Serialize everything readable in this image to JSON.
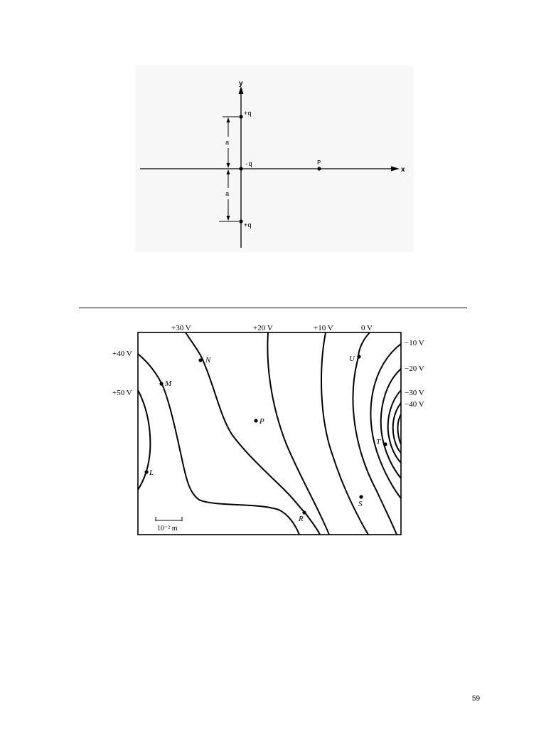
{
  "charge_figure": {
    "axis_y_label": "y",
    "axis_x_label": "x",
    "charge_top_label": "+q",
    "charge_center_label": "-q",
    "charge_bottom_label": "+q",
    "point_label": "P",
    "spacing_upper_label": "a",
    "spacing_lower_label": "a"
  },
  "equipotential_figure": {
    "top_labels": [
      "+30 V",
      "+20 V",
      "+10 V",
      "0 V"
    ],
    "left_labels": [
      "+40 V",
      "+50 V"
    ],
    "right_labels": [
      "−10 V",
      "−20 V",
      "−30 V",
      "−40 V"
    ],
    "points": [
      "N",
      "M",
      "P",
      "U",
      "T",
      "L",
      "R",
      "S"
    ],
    "scale_bar_label": "10⁻² m"
  },
  "page_number": "59"
}
